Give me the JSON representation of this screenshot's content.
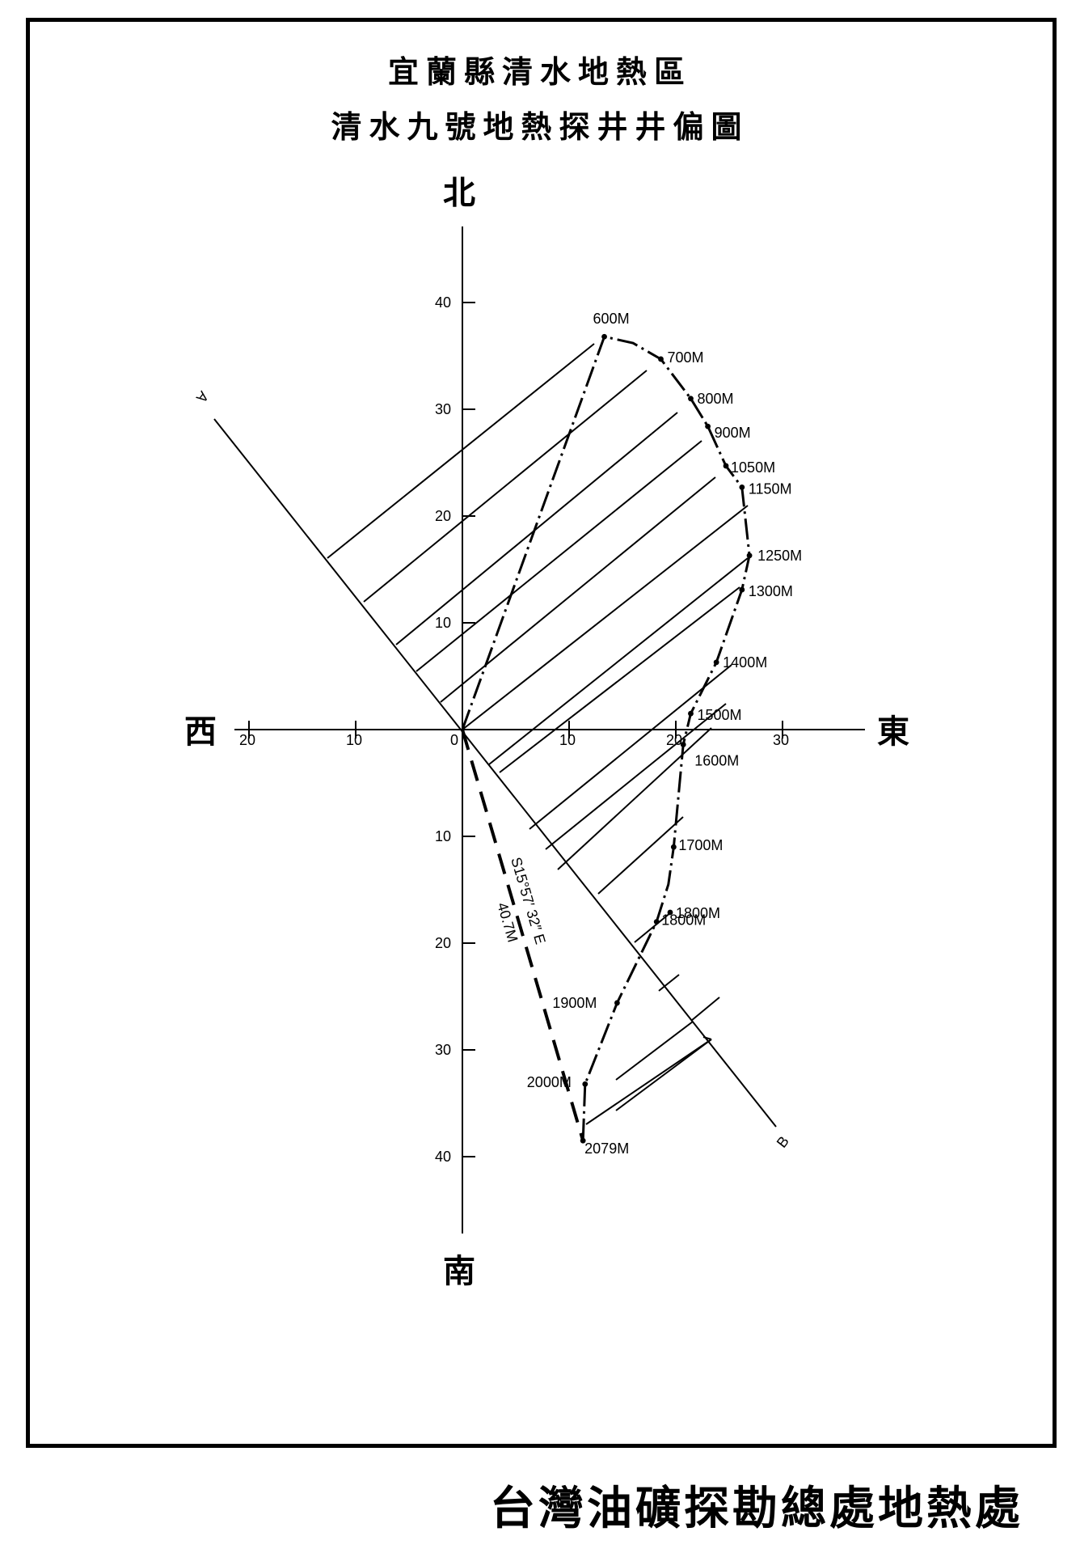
{
  "title": {
    "line1": "宜蘭縣清水地熱區",
    "line2": "清水九號地熱探井井偏圖"
  },
  "footer": "台灣油礦探勘總處地熱處",
  "directions": {
    "north": "北",
    "south": "南",
    "east": "東",
    "west": "西"
  },
  "section_line": {
    "start_label": "A",
    "end_label": "B"
  },
  "axes": {
    "x_ticks": [
      "20",
      "10",
      "0",
      "10",
      "20",
      "30"
    ],
    "y_ticks_north": [
      "40",
      "30",
      "20",
      "10"
    ],
    "y_ticks_south": [
      "10",
      "20",
      "30",
      "40"
    ]
  },
  "bearing_label": "S15°57′ 32″ E",
  "distance_label": "40.7M",
  "depth_labels": [
    "600M",
    "700M",
    "800M",
    "900M",
    "1050M",
    "1150M",
    "1250M",
    "1300M",
    "1400M",
    "1500M",
    "1600M",
    "1700M",
    "1800M",
    "1900M",
    "2000M",
    "2079M"
  ],
  "well_track": {
    "east_m": [
      0,
      13.3,
      16,
      18.6,
      21.4,
      23,
      24.7,
      26.2,
      26.9,
      26.2,
      23.8,
      21.4,
      20.7,
      19.8,
      19.3,
      18.2,
      14.5,
      11.5
    ],
    "north_m": [
      0,
      36.8,
      36.2,
      34.7,
      31,
      28.4,
      24.7,
      22.7,
      16.3,
      13.1,
      6.3,
      1.5,
      -1.4,
      -11,
      -14.5,
      -18,
      -25.6,
      -33.2
    ]
  },
  "final_point": {
    "east_m": 11.3,
    "north_m": -38.5
  }
}
